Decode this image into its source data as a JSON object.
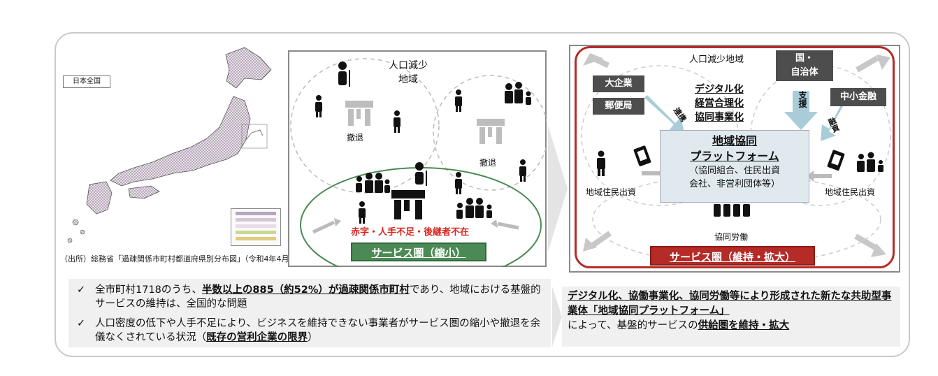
{
  "map": {
    "label": "日本全国",
    "source": "（出所）総務省「過疎関係市町村都道府県別分布図」（令和4年4月）"
  },
  "middle": {
    "area_label_line1": "人口減少",
    "area_label_line2": "地域",
    "retreat_1": "撤退",
    "retreat_2": "撤退",
    "problem": "赤字・人手不足・後継者不在",
    "banner": "サービス圏（縮小）"
  },
  "right": {
    "area_label": "人口減少地域",
    "large_company": "大企業",
    "post_office": "郵便局",
    "cooperation": "連携",
    "gov_line1": "国・",
    "gov_line2": "自治体",
    "support": "支援",
    "sme_finance": "中小金融",
    "financing": "融資",
    "center_line1": "デジタル化",
    "center_line2": "経営合理化",
    "center_line3": "協同事業化",
    "platform_line1": "地域協同",
    "platform_line2": "プラットフォーム",
    "platform_line3": "（協同組合、住民出資",
    "platform_line4": "会社、非営利団体等）",
    "resident_invest_left": "地域住民出資",
    "resident_invest_right": "地域住民出資",
    "collab_labor": "協同労働",
    "banner": "サービス圏（維持・拡大）"
  },
  "bottom_left": {
    "check": "✓",
    "item1_a": "全市町村1718のうち、",
    "item1_b": "半数以上の885（約52%）が過疎関係市町村",
    "item1_c": "であり、地域における基盤的サービスの維持は、全国的な問題",
    "item2_a": "人口密度の低下や人手不足により、ビジネスを維持できない事業者がサービス圏の縮小や撤退を余儀なくされている状況（",
    "item2_b": "既存の営利企業の限界",
    "item2_c": "）"
  },
  "bottom_right": {
    "line1": "デジタル化、協働事業化、協同労働等により形成された新たな共助型事業体「地域協同プラットフォーム」",
    "line2_a": "によって、基盤的サービスの",
    "line2_b": "供給圏を維持・拡大"
  },
  "colors": {
    "green": "#4b8a55",
    "red": "#b52b27",
    "dark": "#4d4d4d",
    "platform_bg": "#dfe9ee",
    "panel_bg": "#f0f0f0"
  }
}
